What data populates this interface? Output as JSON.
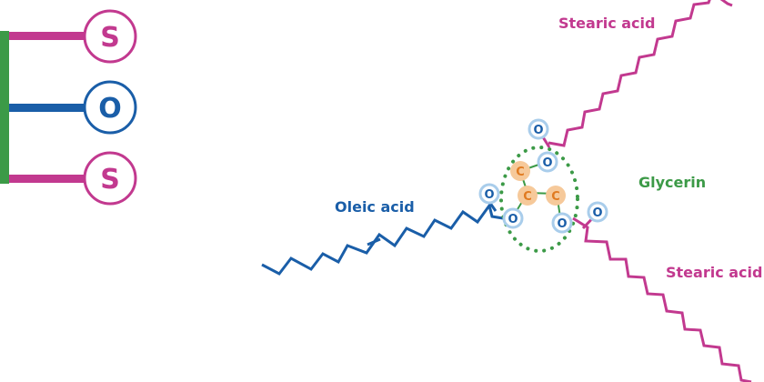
{
  "colors": {
    "stearic": "#c2398f",
    "oleic": "#1a5ea8",
    "glycerin": "#3c9a47",
    "carbon_text": "#e07a20",
    "carbon_fill": "#f6c99a",
    "oxygen_text": "#1a5ea8",
    "oxygen_fill": "#a9cdeb"
  },
  "legend": {
    "top": "S",
    "middle": "O",
    "bottom": "S"
  },
  "labels": {
    "stearic_top": "Stearic acid",
    "stearic_bottom": "Stearic acid",
    "oleic": "Oleic acid",
    "glycerin": "Glycerin"
  },
  "atoms": {
    "carbon": "C",
    "oxygen": "O"
  }
}
